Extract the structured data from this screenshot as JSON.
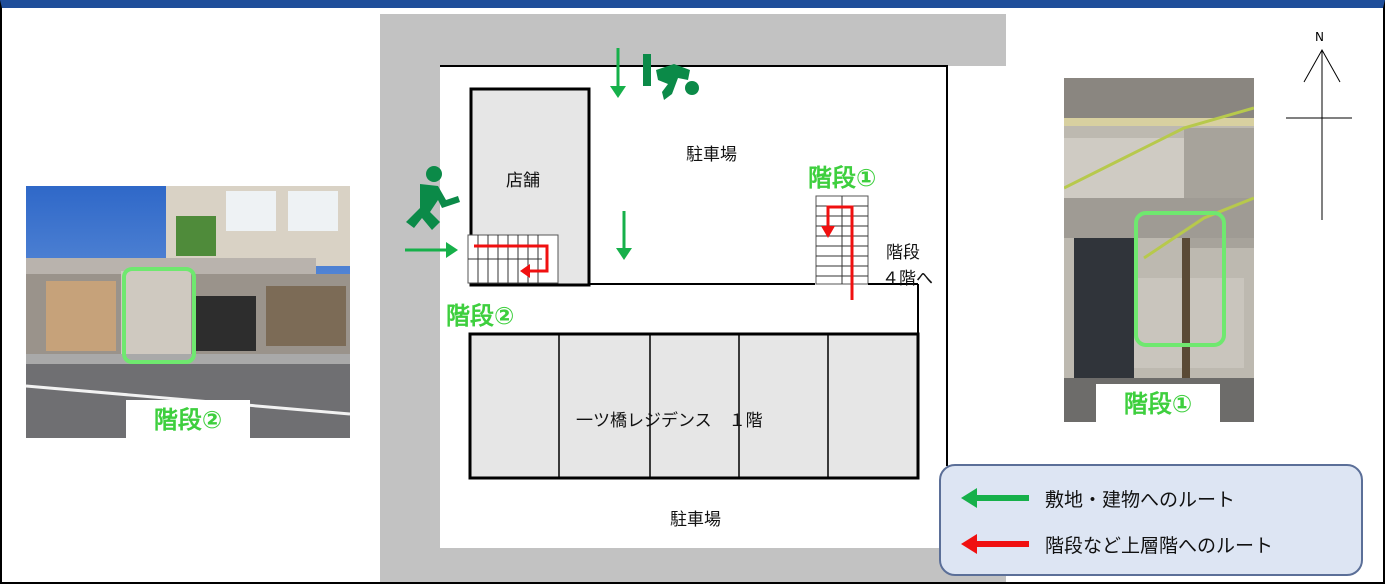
{
  "map": {
    "shop_label": "店舗",
    "parking_top_label": "駐車場",
    "parking_bottom_label": "駐車場",
    "stairs1_label": "階段①",
    "stairs2_label": "階段②",
    "stairs_up_label_line1": "階段",
    "stairs_up_label_line2": "４階へ",
    "building_label": "一ツ橋レジデンス　１階",
    "compass_label": "N"
  },
  "photos": {
    "left_caption": "階段②",
    "right_caption": "階段①"
  },
  "legend": {
    "items": [
      {
        "label": "敷地・建物へのルート",
        "color": "#16b04a"
      },
      {
        "label": "階段など上層階へのルート",
        "color": "#f01010"
      }
    ]
  },
  "colors": {
    "route_green": "#16b04a",
    "route_red": "#f01010",
    "label_green": "#3ecf3e",
    "site_gray": "#c2c2c2",
    "room_gray": "#e6e6e6"
  }
}
